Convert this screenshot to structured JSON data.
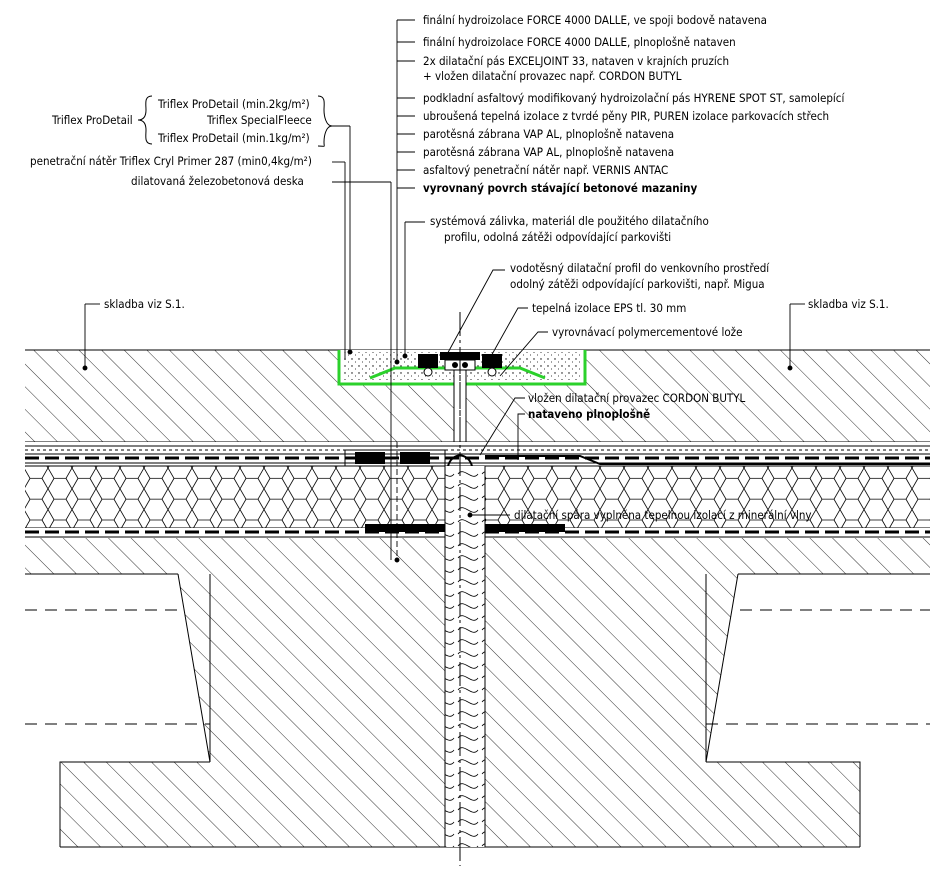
{
  "labels": {
    "top_stack": [
      "finální hydroizolace FORCE 4000 DALLE, ve spoji bodově natavena",
      "finální hydroizolace FORCE 4000 DALLE, plnoplošně nataven",
      "2x dilatační pás EXCELJOINT 33, nataven v krajních pruzích",
      "+ vložen dilatační provazec např. CORDON BUTYL",
      "podkladní asfaltový modifikovaný hydroizolační pás HYRENE SPOT ST, samolepící",
      "ubroušená tepelná izolace z tvrdé pěny PIR, PUREN izolace parkovacích střech",
      "parotěsná zábrana VAP AL, plnoplošně natavena",
      "parotěsná zábrana VAP AL, plnoplošně natavena",
      "asfaltový penetrační nátěr např. VERNIS ANTAC",
      "vyrovnaný povrch stávající betonové mazaniny"
    ],
    "triflex_group": "Triflex ProDetail",
    "triflex_items": [
      "Triflex ProDetail (min.2kg/m²)",
      "Triflex SpecialFleece",
      "Triflex ProDetail (min.1kg/m²)"
    ],
    "primer": "penetrační nátěr Triflex Cryl Primer 287 (min0,4kg/m²)",
    "slab": "dilatovaná železobetonová deska",
    "joint_fill": "systémová zálivka, materiál dle použitého dilatačního profilu, odolná zátěži odpovídající parkovišti",
    "joint_fill_lines": [
      "systémová zálivka, materiál dle použitého dilatačního",
      "profilu, odolná zátěži odpovídající parkovišti"
    ],
    "profile_lines": [
      "vodotěsný dilatační profil do venkovního prostředí",
      "odolný zátěži odpovídající parkovišti, např. Migua"
    ],
    "eps": "tepelná izolace EPS tl. 30 mm",
    "leveling": "vyrovnávací polymercementové lože",
    "skladba_left": "skladba viz S.1.",
    "skladba_right": "skladba viz S.1.",
    "cordon": "vložen dilatační provazec CORDON BUTYL",
    "nataveno": "nataveno plnoplošně",
    "mineral_wool": "dilatační spára vyplněna tepelnou izolací z minerální vlny"
  },
  "colors": {
    "line": "#000000",
    "triflex_green": "#2bd12b"
  }
}
